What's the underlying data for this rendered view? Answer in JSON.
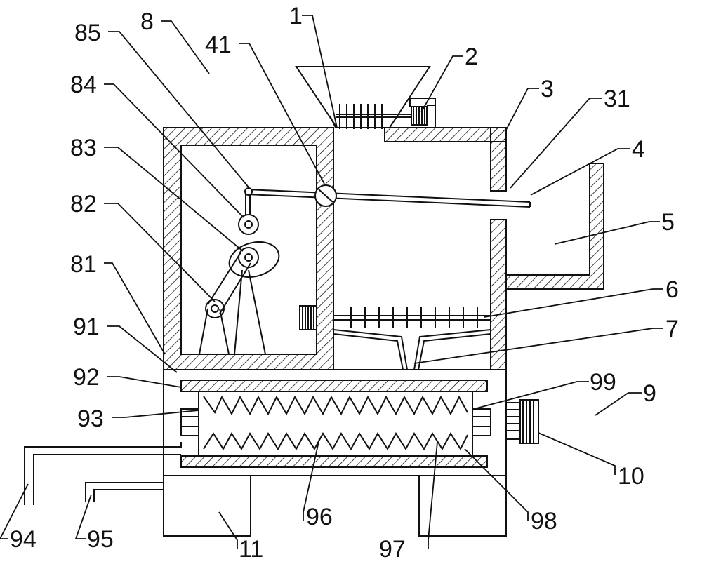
{
  "labels": {
    "l1": "1",
    "l2": "2",
    "l3": "3",
    "l31": "31",
    "l4": "4",
    "l41": "41",
    "l5": "5",
    "l6": "6",
    "l7": "7",
    "l8": "8",
    "l81": "81",
    "l82": "82",
    "l83": "83",
    "l84": "84",
    "l85": "85",
    "l9": "9",
    "l91": "91",
    "l92": "92",
    "l93": "93",
    "l94": "94",
    "l95": "95",
    "l96": "96",
    "l97": "97",
    "l98": "98",
    "l99": "99",
    "l10": "10",
    "l11": "11"
  },
  "colors": {
    "line": "#111111",
    "background": "#ffffff"
  }
}
